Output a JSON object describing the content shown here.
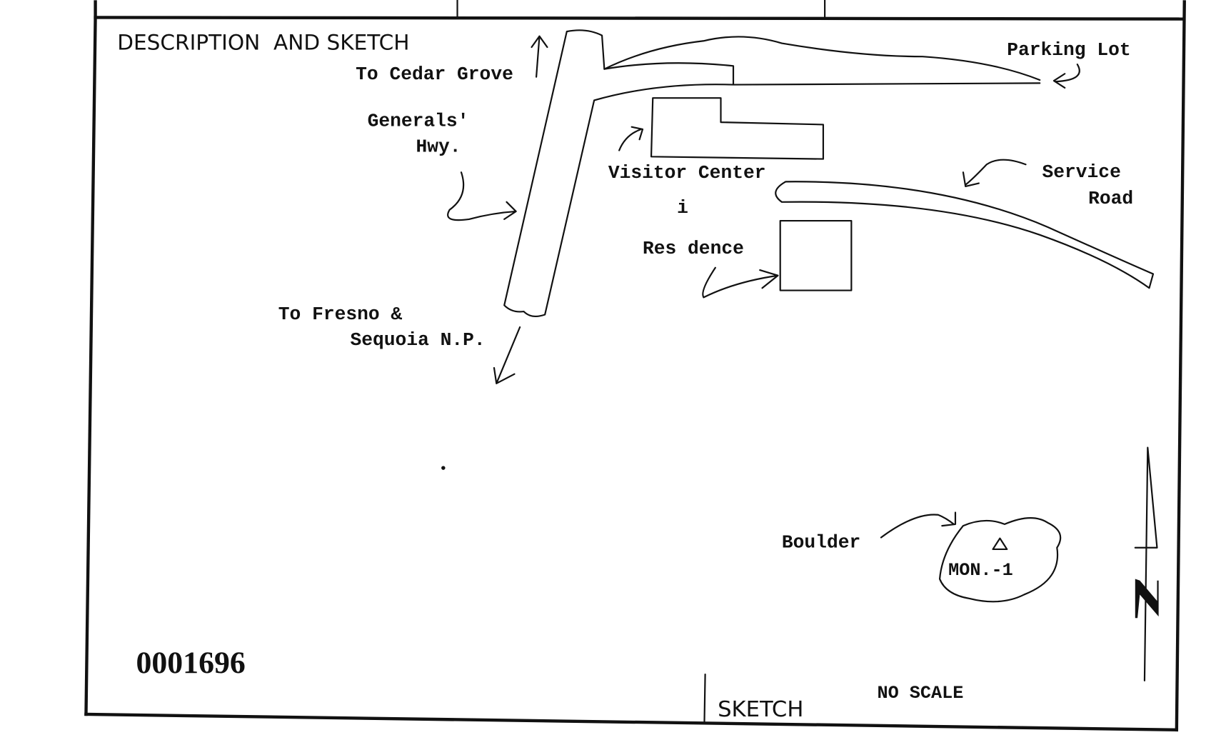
{
  "header": {
    "title": "DESCRIPTION  AND SKETCH"
  },
  "labels": {
    "to_cedar_grove": "To Cedar Grove",
    "generals_1": "Generals'",
    "generals_2": "Hwy.",
    "to_fresno_1": "To Fresno &",
    "to_fresno_2": "Sequoia N.P.",
    "parking_lot": "Parking Lot",
    "visitor_center": "Visitor Center",
    "service_1": "Service",
    "service_2": "Road",
    "residence": "Res dence",
    "residence_i": "i",
    "boulder": "Boulder",
    "monument": "MON.-1"
  },
  "footer": {
    "serial": "0001696",
    "sketch_label": "SKETCH",
    "scale_note": "NO SCALE"
  }
}
